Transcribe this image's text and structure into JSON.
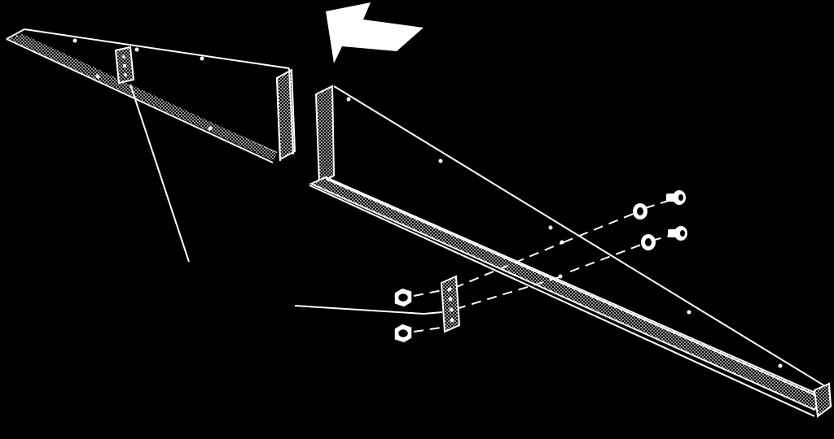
{
  "diagram": {
    "background": "#000000",
    "line_color": "#ffffff",
    "fill_color": "#ffffff",
    "components": [
      {
        "id": "short-bracket",
        "kind": "angle-bracket"
      },
      {
        "id": "long-bracket",
        "kind": "angle-bracket"
      },
      {
        "id": "splice-plate-installed",
        "kind": "splice-plate"
      },
      {
        "id": "splice-plate",
        "kind": "splice-plate"
      },
      {
        "id": "bolt",
        "count": 2
      },
      {
        "id": "washer",
        "count": 2
      },
      {
        "id": "nut",
        "count": 2
      },
      {
        "id": "direction-arrow",
        "icon": "arrow-icon"
      }
    ]
  }
}
